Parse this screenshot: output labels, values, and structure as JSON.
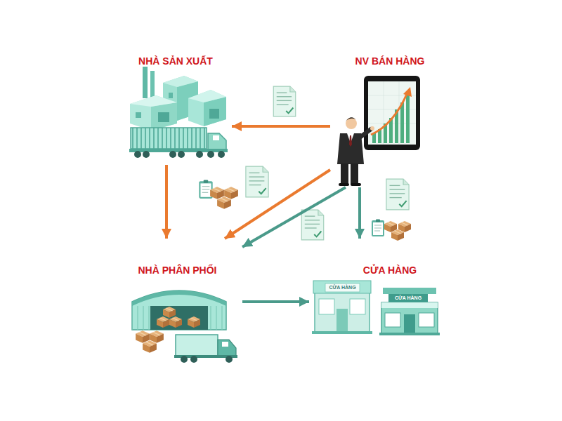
{
  "diagram": {
    "nodes": [
      {
        "text": [
          "NHÀ SẢN XUẤT"
        ]
      },
      {
        "text": [
          "NV BÁN HÀNG"
        ]
      },
      {
        "text": [
          "NHÀ PHÂN PHỐI"
        ]
      },
      {
        "text": [
          "CỬA HÀNG"
        ]
      }
    ],
    "edges": [
      {
        "from": 1,
        "to": 0,
        "arrow": "to"
      },
      {
        "from": 0,
        "to": 2,
        "arrow": "to"
      },
      {
        "from": 1,
        "to": 2,
        "arrow": "to"
      },
      {
        "from": 1,
        "to": 2,
        "arrow": "to"
      },
      {
        "from": 1,
        "to": 3,
        "arrow": "to"
      },
      {
        "from": 2,
        "to": 3,
        "arrow": "to"
      }
    ],
    "labels": [
      "CỬA HÀNG",
      "CỬA HÀNG"
    ]
  }
}
